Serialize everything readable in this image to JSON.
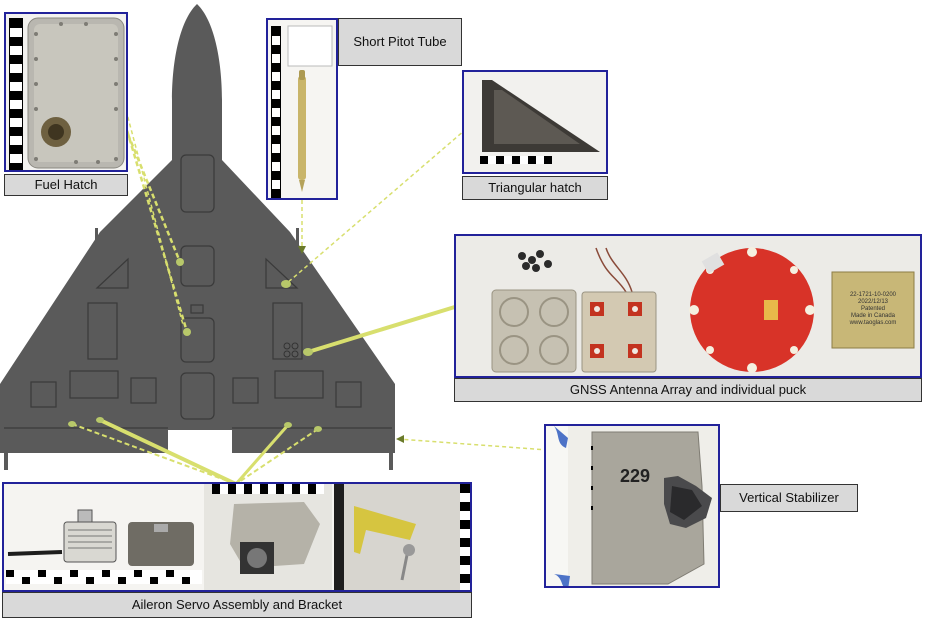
{
  "captions": {
    "fuel_hatch": "Fuel Hatch",
    "pitot_tube": "Short Pitot Tube",
    "triangular_hatch": "Triangular hatch",
    "gnss": "GNSS Antenna Array and individual puck",
    "vertical_stabilizer": "Vertical Stabilizer",
    "aileron": "Aileron Servo Assembly and Bracket"
  },
  "stabilizer_number": "229",
  "puck_label_lines": [
    "22-1721-10-0200",
    "2022/12/13",
    "Patented",
    "Made in Canada",
    "www.taoglas.com"
  ],
  "colors": {
    "airframe": "#5a5a5a",
    "panel_border": "#22229a",
    "callout_line": "#d8df6e",
    "caption_bg": "#d9d9d9"
  }
}
